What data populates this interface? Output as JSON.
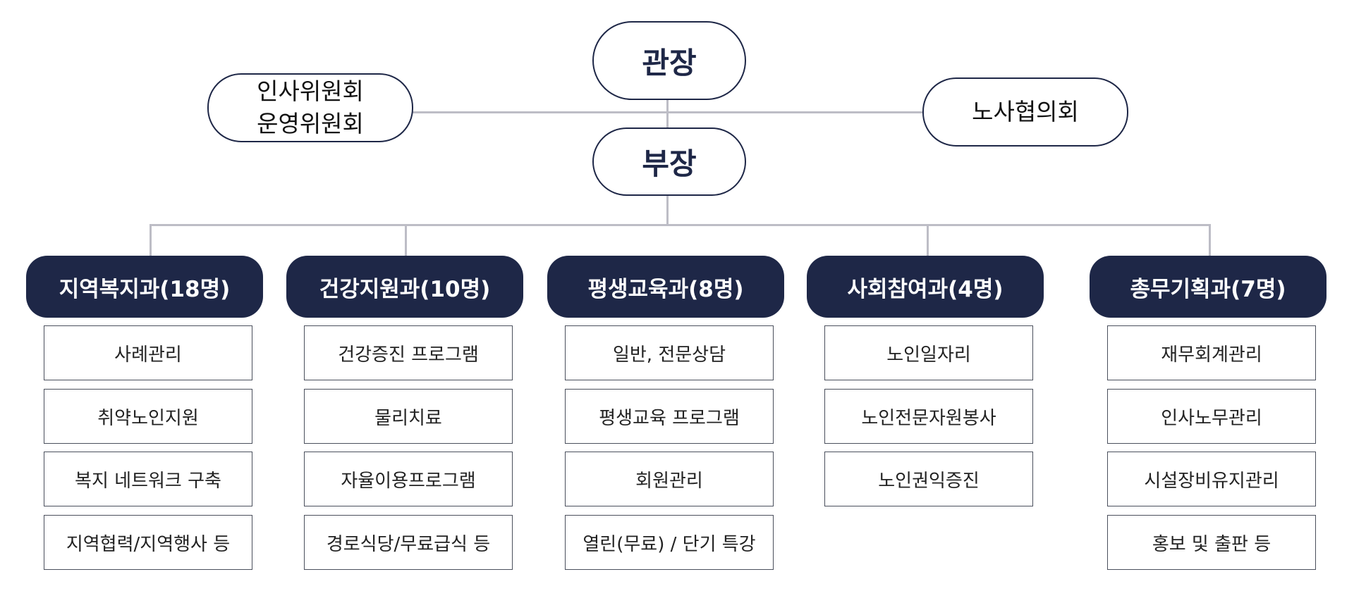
{
  "colors": {
    "navy": "#1e2747",
    "line": "#bdbdc6"
  },
  "director": "관장",
  "deputy": "부장",
  "left_committee": {
    "line1": "인사위원회",
    "line2": "운영위원회"
  },
  "right_committee": "노사협의회",
  "departments": [
    {
      "name": "지역복지과(18명)",
      "tasks": [
        "사례관리",
        "취약노인지원",
        "복지 네트워크 구축",
        "지역협력/지역행사 등"
      ]
    },
    {
      "name": "건강지원과(10명)",
      "tasks": [
        "건강증진 프로그램",
        "물리치료",
        "자율이용프로그램",
        "경로식당/무료급식 등"
      ]
    },
    {
      "name": "평생교육과(8명)",
      "tasks": [
        "일반, 전문상담",
        "평생교육 프로그램",
        "회원관리",
        "열린(무료) / 단기 특강"
      ]
    },
    {
      "name": "사회참여과(4명)",
      "tasks": [
        "노인일자리",
        "노인전문자원봉사",
        "노인권익증진"
      ]
    },
    {
      "name": "총무기획과(7명)",
      "tasks": [
        "재무회계관리",
        "인사노무관리",
        "시설장비유지관리",
        "홍보 및 출판 등"
      ]
    }
  ]
}
